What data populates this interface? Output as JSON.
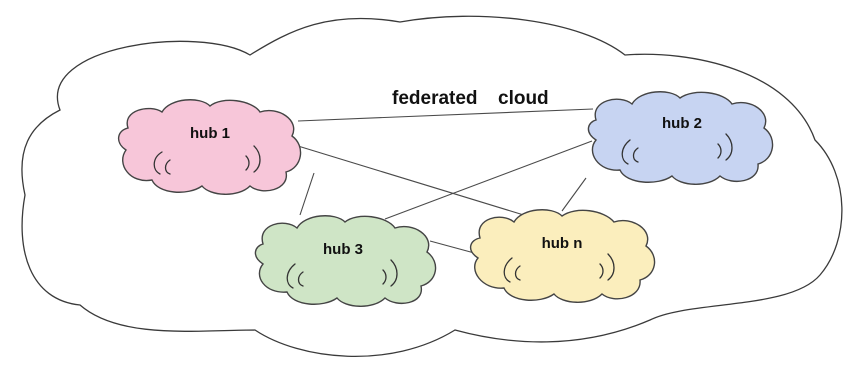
{
  "diagram": {
    "title_part1": "federated",
    "title_part2": "cloud",
    "hubs": [
      {
        "id": "hub1",
        "label": "hub 1",
        "color": "#f7c6d9"
      },
      {
        "id": "hub2",
        "label": "hub 2",
        "color": "#c7d4f2"
      },
      {
        "id": "hub3",
        "label": "hub 3",
        "color": "#cfe5c6"
      },
      {
        "id": "hubn",
        "label": "hub n",
        "color": "#fbeebd"
      }
    ],
    "links": [
      [
        "hub1",
        "hub2"
      ],
      [
        "hub1",
        "hub3"
      ],
      [
        "hub1",
        "hubn"
      ],
      [
        "hub2",
        "hub3"
      ],
      [
        "hub2",
        "hubn"
      ],
      [
        "hub3",
        "hubn"
      ]
    ],
    "outline_color": "#3a3a3a"
  }
}
